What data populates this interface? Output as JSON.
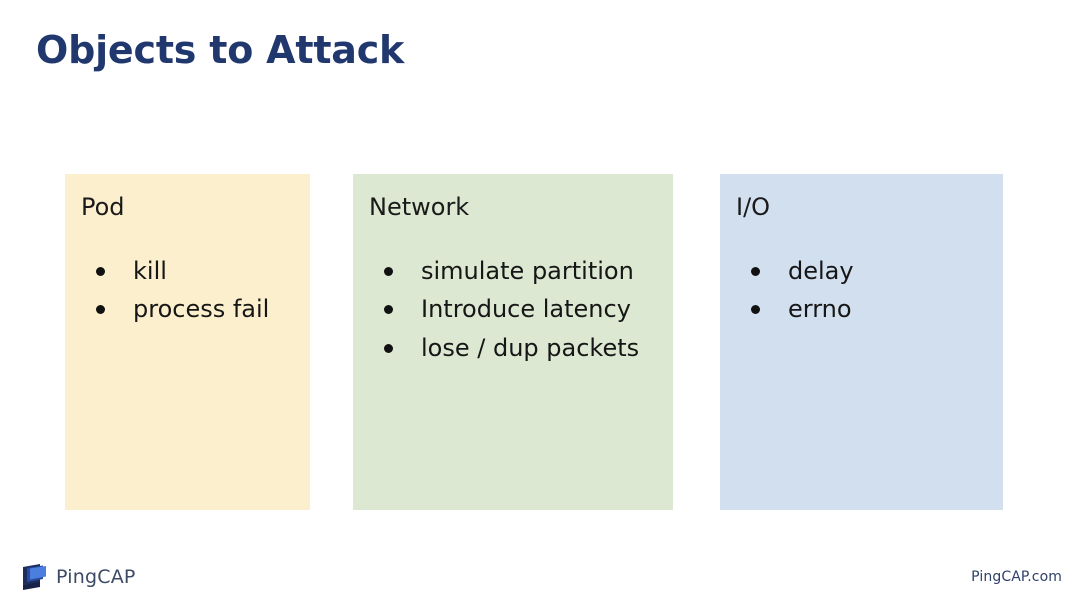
{
  "slide": {
    "title": "Objects to Attack",
    "title_color": "#21386f",
    "background": "#ffffff"
  },
  "cards": [
    {
      "header": "Pod",
      "color": "#fcefcd",
      "items": [
        "kill",
        "process fail"
      ]
    },
    {
      "header": "Network",
      "color": "#dce8d2",
      "items": [
        "simulate partition",
        "Introduce latency",
        "lose / dup packets"
      ]
    },
    {
      "header": "I/O",
      "color": "#d2dfef",
      "items": [
        "delay",
        "errno"
      ]
    }
  ],
  "footer": {
    "logo_text": "PingCAP",
    "logo_icon": "pingcap-logo-icon",
    "url": "PingCAP.com",
    "url_color": "#2f3f6b"
  }
}
